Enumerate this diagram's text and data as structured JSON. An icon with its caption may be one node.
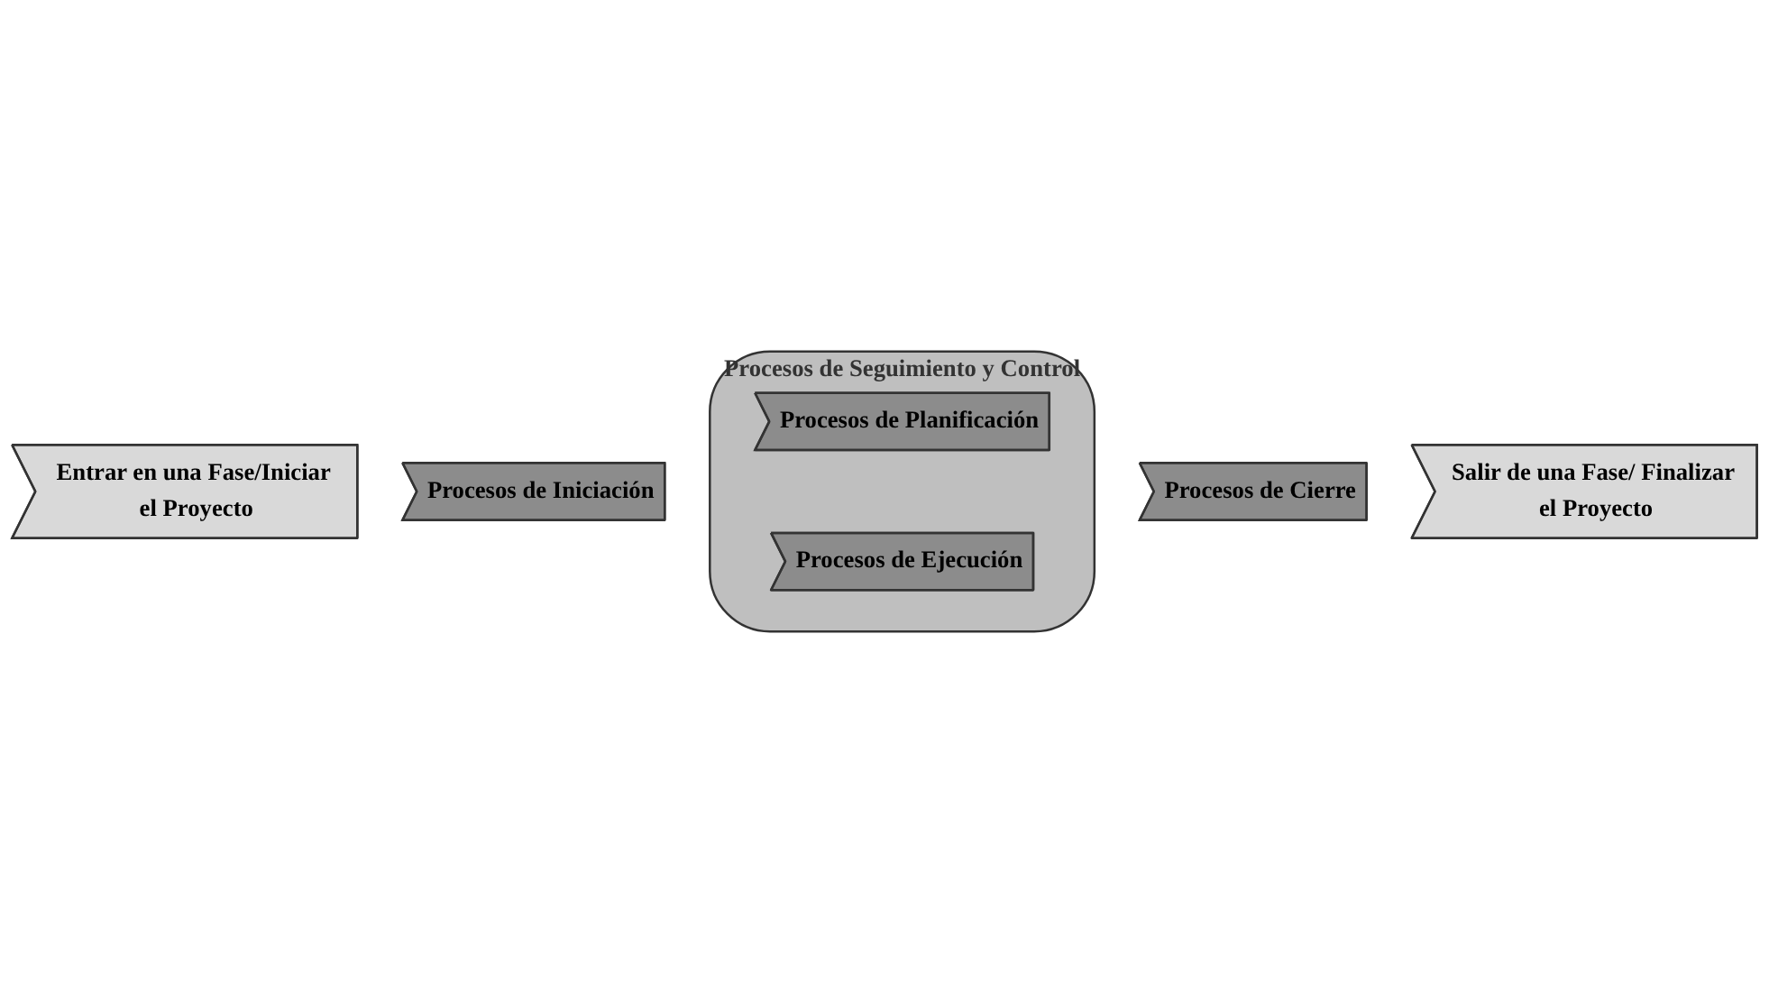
{
  "diagram": {
    "nodes": [
      {
        "text": [
          "Entrar en una Fase/Iniciar el Proyecto"
        ]
      },
      {
        "text": [
          "Procesos de Seguimiento y Control"
        ]
      },
      {
        "text": [
          "Procesos de Iniciación"
        ]
      },
      {
        "text": [
          "Procesos de Planificación"
        ],
        "in": 1
      },
      {
        "text": [
          "Procesos de Ejecución"
        ],
        "in": 1
      },
      {
        "text": [
          "Procesos de Cierre"
        ]
      },
      {
        "text": [
          "Salir de una Fase/ Finalizar el Proyecto"
        ]
      }
    ]
  }
}
